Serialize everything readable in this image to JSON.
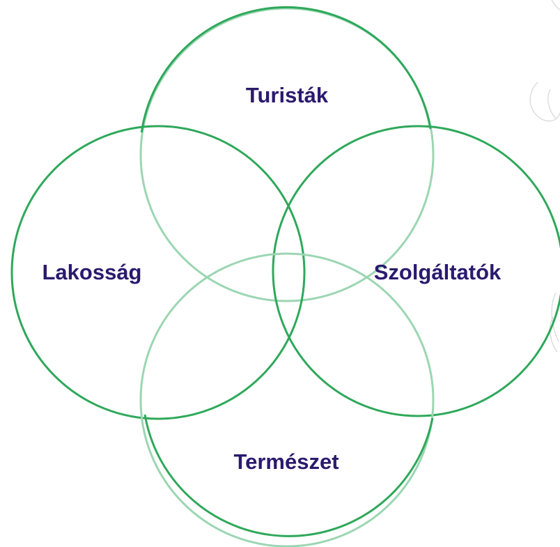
{
  "diagram": {
    "label_color": "#2a1a6e",
    "circles": [
      {
        "id": "turistak",
        "label": "Turisták",
        "stroke": "#9bd6b2"
      },
      {
        "id": "lakossag",
        "label": "Lakosság",
        "stroke": "#2ea85a"
      },
      {
        "id": "szolgaltatok",
        "label": "Szolgáltatók",
        "stroke": "#2ea85a"
      },
      {
        "id": "termeszet",
        "label": "Természet",
        "stroke": "#9bd6b2"
      }
    ],
    "arc_accent": "#2ea85a"
  }
}
